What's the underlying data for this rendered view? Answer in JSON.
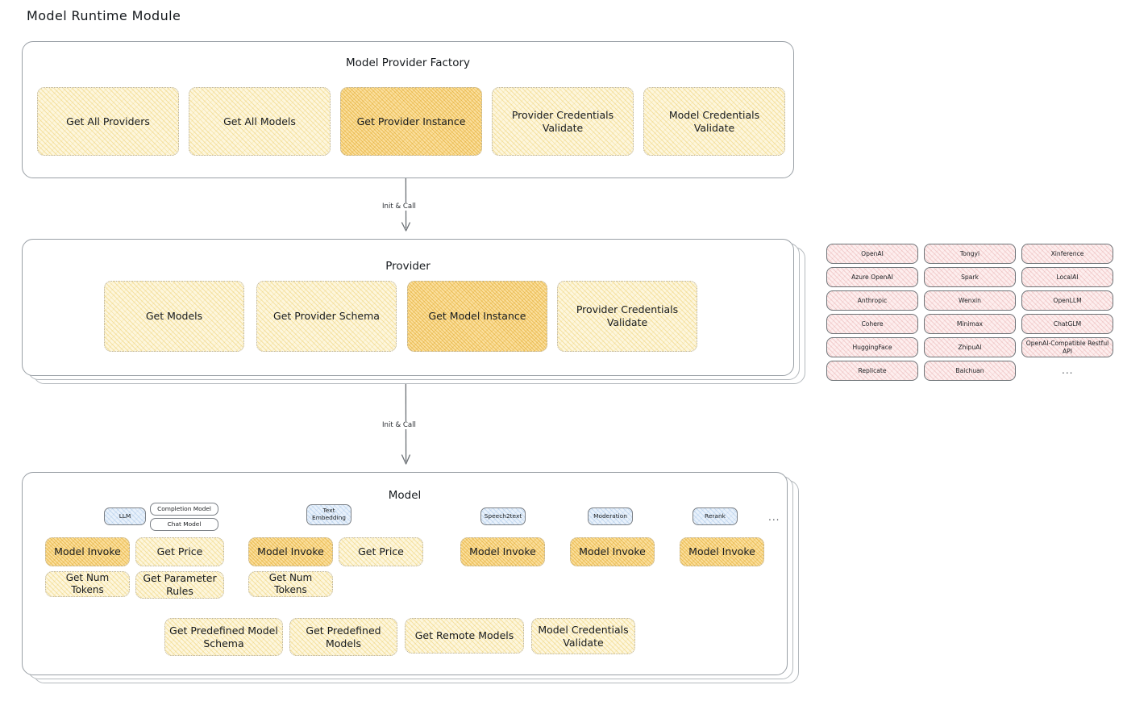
{
  "page": {
    "title": "Model Runtime Module"
  },
  "colors": {
    "node_fill": "#fdf6dd",
    "node_fill_highlight": "#fbdf9d",
    "provider_chip_fill": "#fdeeee",
    "badge_fill": "#e8f1fb",
    "card_border": "#9aa0a6",
    "text": "#15191d"
  },
  "factory": {
    "title": "Model Provider Factory",
    "nodes": [
      {
        "label": "Get All Providers",
        "highlight": false
      },
      {
        "label": "Get All Models",
        "highlight": false
      },
      {
        "label": "Get Provider Instance",
        "highlight": true
      },
      {
        "label": "Provider Credentials Validate",
        "highlight": false
      },
      {
        "label": "Model Credentials Validate",
        "highlight": false
      }
    ]
  },
  "connector_top": {
    "label": "Init & Call"
  },
  "provider": {
    "title": "Provider",
    "nodes": [
      {
        "label": "Get Models",
        "highlight": false
      },
      {
        "label": "Get Provider Schema",
        "highlight": false
      },
      {
        "label": "Get Model Instance",
        "highlight": true
      },
      {
        "label": "Provider Credentials Validate",
        "highlight": false
      }
    ]
  },
  "provider_list": {
    "columns": [
      {
        "items": [
          "OpenAI",
          "Azure OpenAI",
          "Anthropic",
          "Cohere",
          "HuggingFace",
          "Replicate"
        ]
      },
      {
        "items": [
          "Tongyi",
          "Spark",
          "Wenxin",
          "Minimax",
          "ZhipuAI",
          "Baichuan"
        ]
      },
      {
        "items": [
          "Xinference",
          "LocalAI",
          "OpenLLM",
          "ChatGLM",
          "OpenAI-Compatible Restful API"
        ]
      }
    ],
    "more": "..."
  },
  "connector_bottom": {
    "label": "Init & Call"
  },
  "model": {
    "title": "Model",
    "more": "...",
    "types": [
      {
        "badge": "LLM",
        "sub_badges": [
          "Completion Model",
          "Chat Model"
        ],
        "nodes": [
          {
            "label": "Model Invoke",
            "highlight": true
          },
          {
            "label": "Get Price",
            "highlight": false
          },
          {
            "label": "Get Num Tokens",
            "highlight": false
          },
          {
            "label": "Get Parameter Rules",
            "highlight": false
          }
        ]
      },
      {
        "badge": "Text Embedding",
        "sub_badges": [],
        "nodes": [
          {
            "label": "Model Invoke",
            "highlight": true
          },
          {
            "label": "Get Price",
            "highlight": false
          },
          {
            "label": "Get Num Tokens",
            "highlight": false
          }
        ]
      },
      {
        "badge": "Speech2text",
        "sub_badges": [],
        "nodes": [
          {
            "label": "Model Invoke",
            "highlight": true
          }
        ]
      },
      {
        "badge": "Moderation",
        "sub_badges": [],
        "nodes": [
          {
            "label": "Model Invoke",
            "highlight": true
          }
        ]
      },
      {
        "badge": "Rerank",
        "sub_badges": [],
        "nodes": [
          {
            "label": "Model Invoke",
            "highlight": true
          }
        ]
      }
    ],
    "common_nodes": [
      {
        "label": "Get Predefined Model Schema"
      },
      {
        "label": "Get Predefined Models"
      },
      {
        "label": "Get Remote Models"
      },
      {
        "label": "Model Credentials Validate"
      }
    ]
  }
}
